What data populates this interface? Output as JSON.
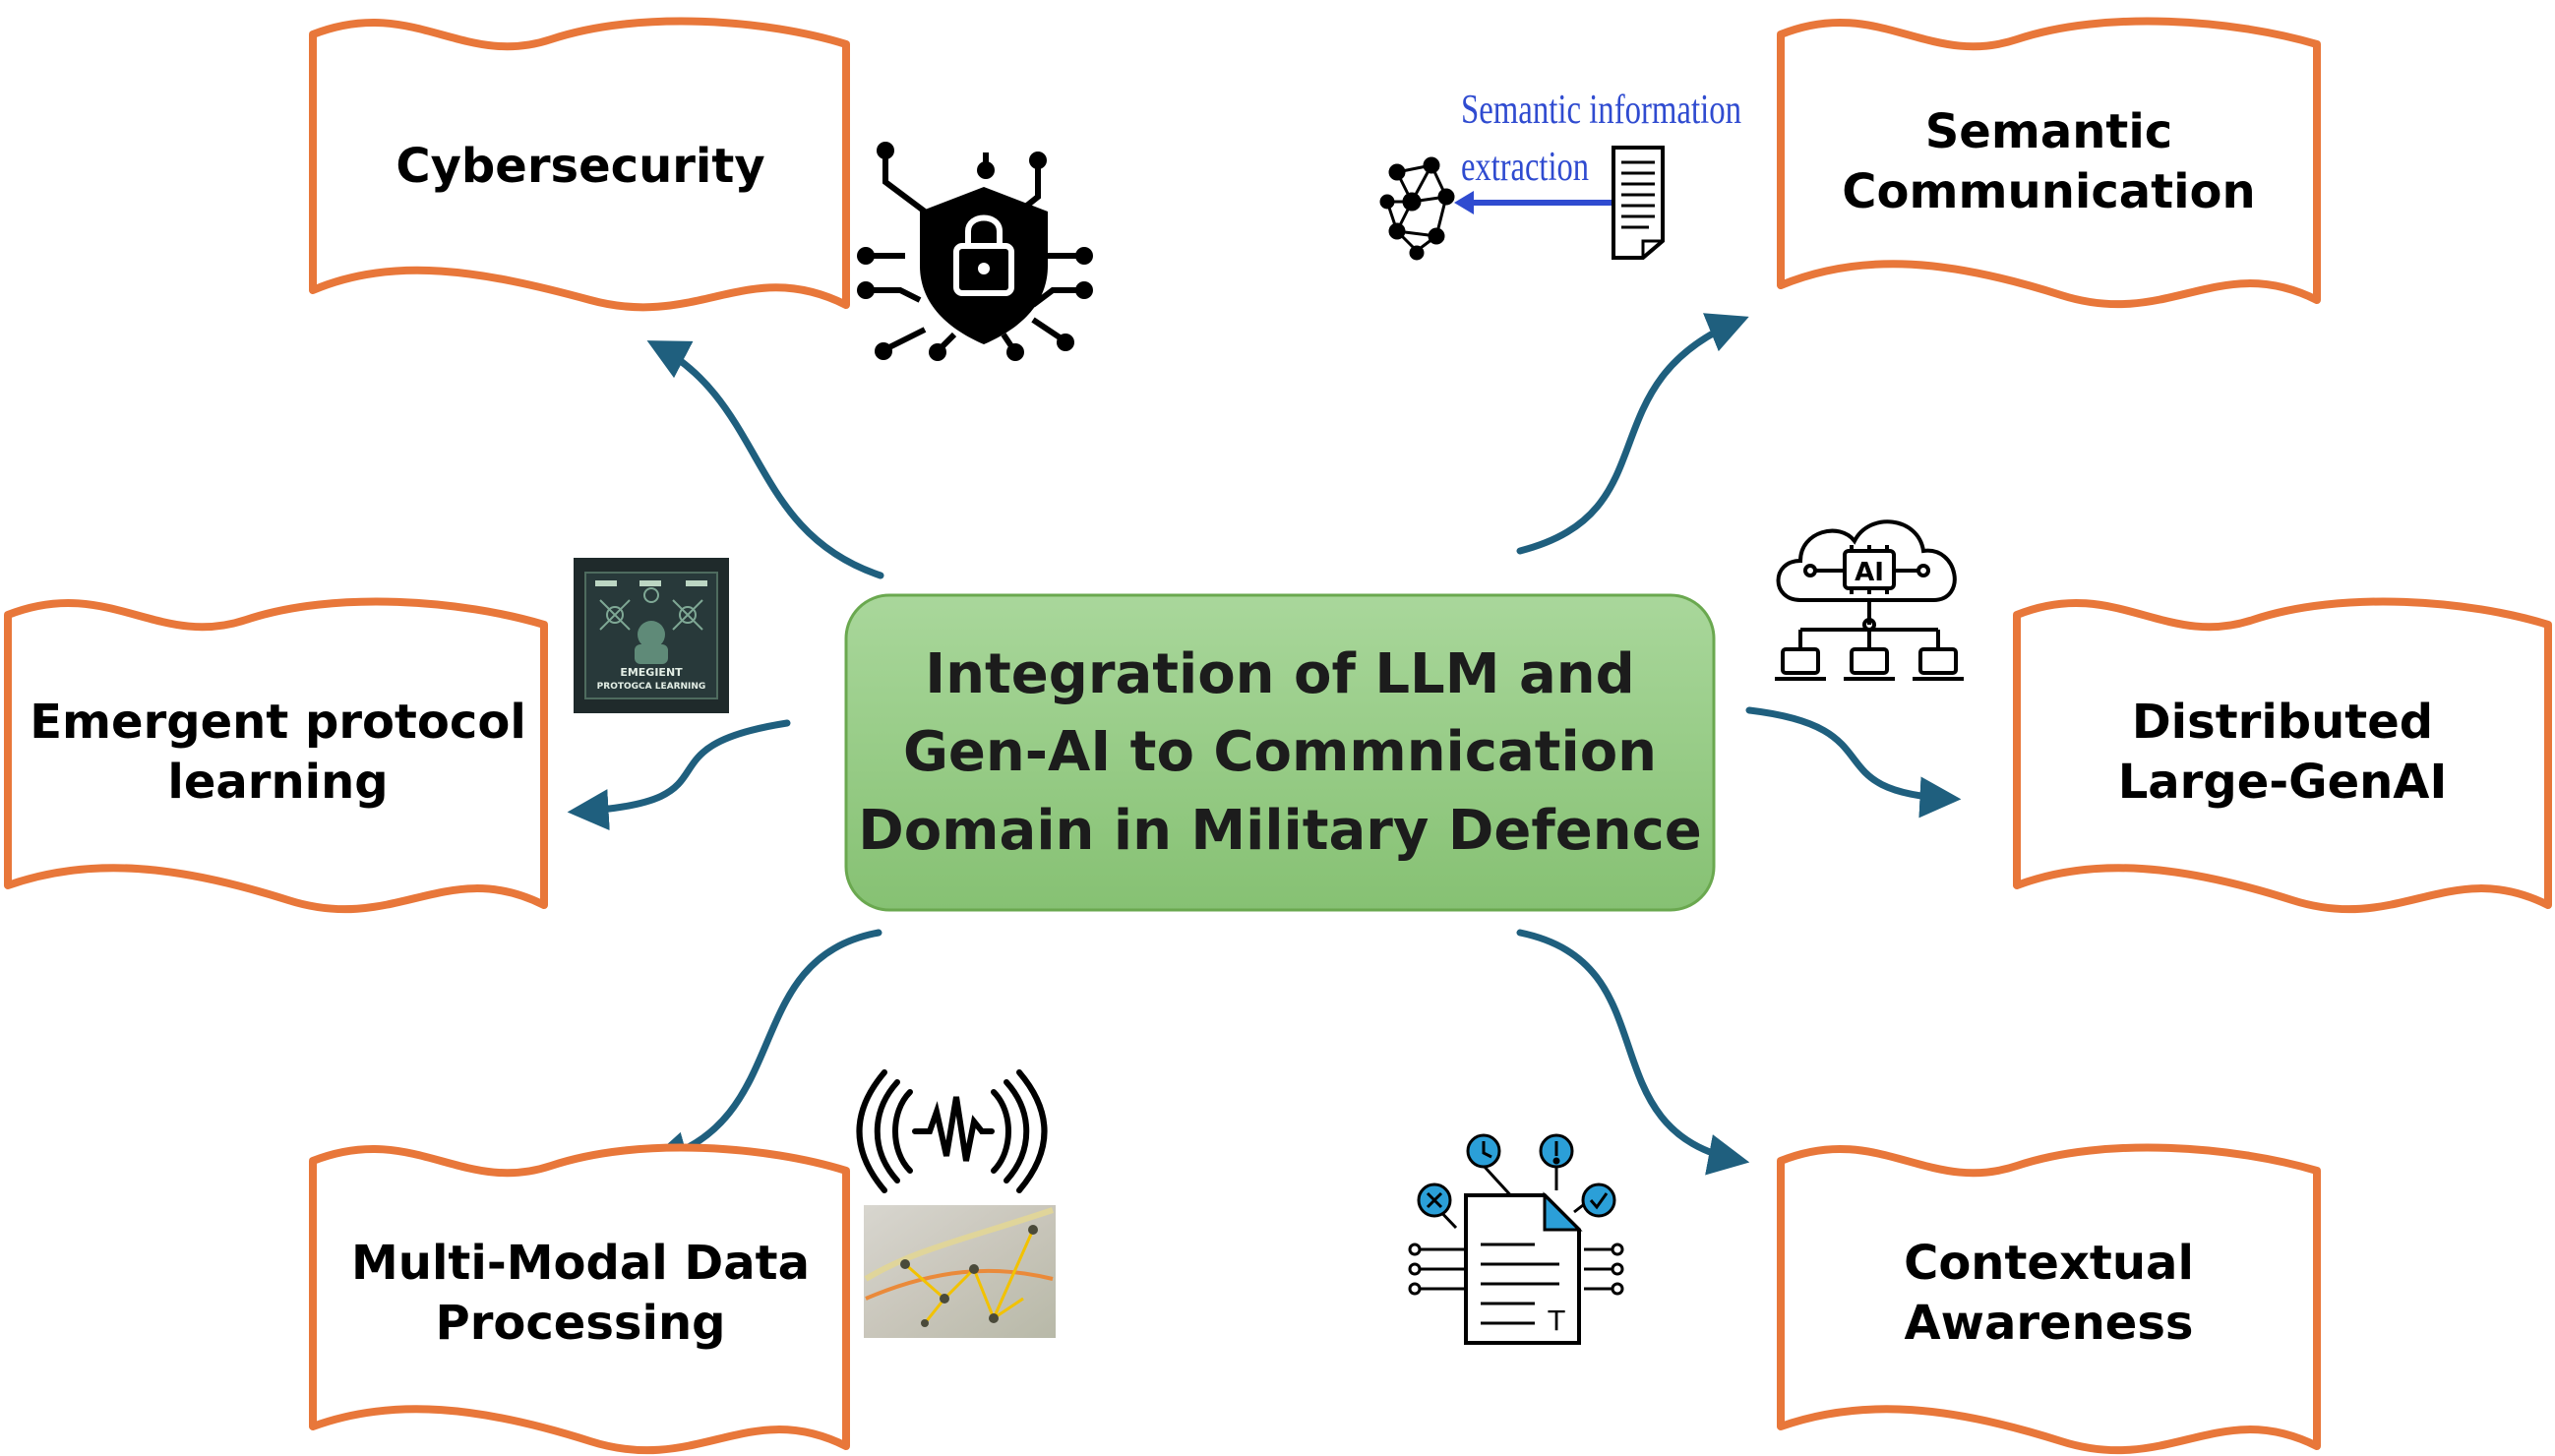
{
  "central_topic": "Integration of LLM and\nGen-AI to Commnication\nDomain in Military Defence",
  "branches": [
    {
      "id": "cybersecurity",
      "label": "Cybersecurity",
      "icon": "shield-lock-circuit-icon"
    },
    {
      "id": "semantic",
      "label": "Semantic\nCommunication",
      "icon": "semantic-extraction-icon"
    },
    {
      "id": "emergent",
      "label": "Emergent protocol\nlearning",
      "icon": "emergent-protocol-thumbnail-icon"
    },
    {
      "id": "distributed",
      "label": "Distributed\nLarge-GenAI",
      "icon": "ai-cloud-network-icon"
    },
    {
      "id": "multimodal",
      "label": "Multi-Modal Data\nProcessing",
      "icon": "signal-wave-icon"
    },
    {
      "id": "contextual",
      "label": "Contextual\nAwareness",
      "icon": "document-process-icon"
    }
  ],
  "semantic_icon_text": {
    "line1": "Semantic information",
    "line2": "extraction"
  },
  "thumbnail_text": {
    "line1": "EMEGIENT",
    "line2": "PROTOGCA LEARNING"
  },
  "ai_chip_label": "AI",
  "doc_glyph": "T",
  "colors": {
    "banner_stroke": "#E8773A",
    "center_fill": "#9fd08f",
    "center_stroke": "#6aa84f",
    "arrow": "#1f5f7e",
    "semantic_text": "#2f4bd0",
    "doc_accent": "#2b9fd8"
  }
}
